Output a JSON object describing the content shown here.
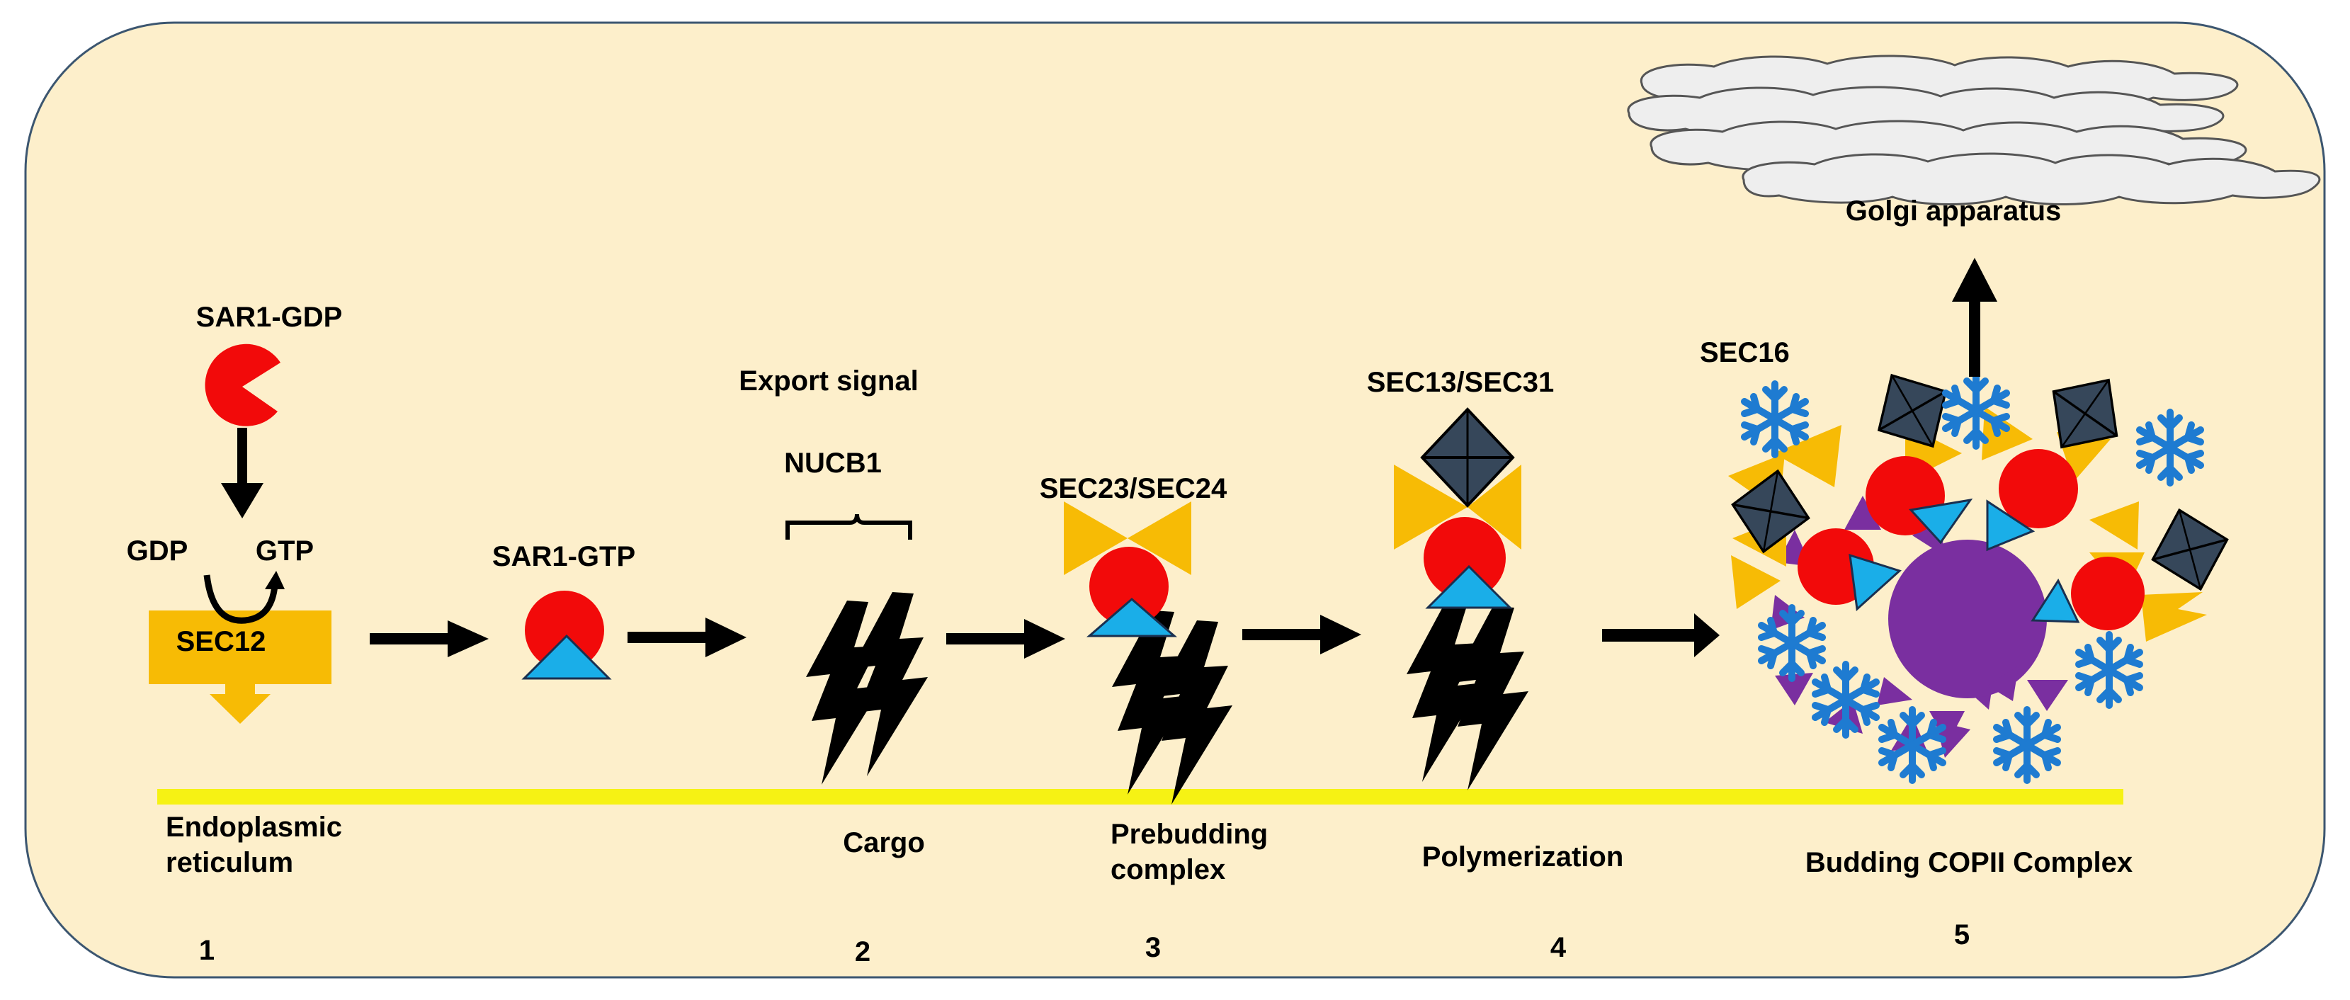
{
  "stage1": {
    "sar1_gdp": "SAR1-GDP",
    "gdp": "GDP",
    "gtp": "GTP",
    "sec12": "SEC12",
    "er": [
      "Endoplasmic",
      "reticulum"
    ],
    "number": "1"
  },
  "sar1_gtp": "SAR1-GTP",
  "stage2": {
    "export_signal": "Export signal",
    "nucb1": "NUCB1",
    "cargo": "Cargo",
    "number": "2"
  },
  "stage3": {
    "sec23_sec24": "SEC23/SEC24",
    "prebudding": [
      "Prebudding",
      "complex"
    ],
    "number": "3"
  },
  "stage4": {
    "sec13_sec31": "SEC13/SEC31",
    "polymerization": "Polymerization",
    "number": "4"
  },
  "stage5": {
    "sec16": "SEC16",
    "golgi": "Golgi apparatus",
    "budding": "Budding COPII Complex",
    "number": "5"
  },
  "colors": {
    "background": "#FDEFCB",
    "membrane": "#F6F214",
    "sec12": "#F7BB05",
    "sar1": "#F20A0A",
    "gtp_triangle": "#1AAEE8",
    "sec23_24": "#F7BB05",
    "sec13_31": "#36475A",
    "sec16": "#1E7BD1",
    "vesicle": "#7A2FA0",
    "golgi": "#EEEEEE"
  }
}
